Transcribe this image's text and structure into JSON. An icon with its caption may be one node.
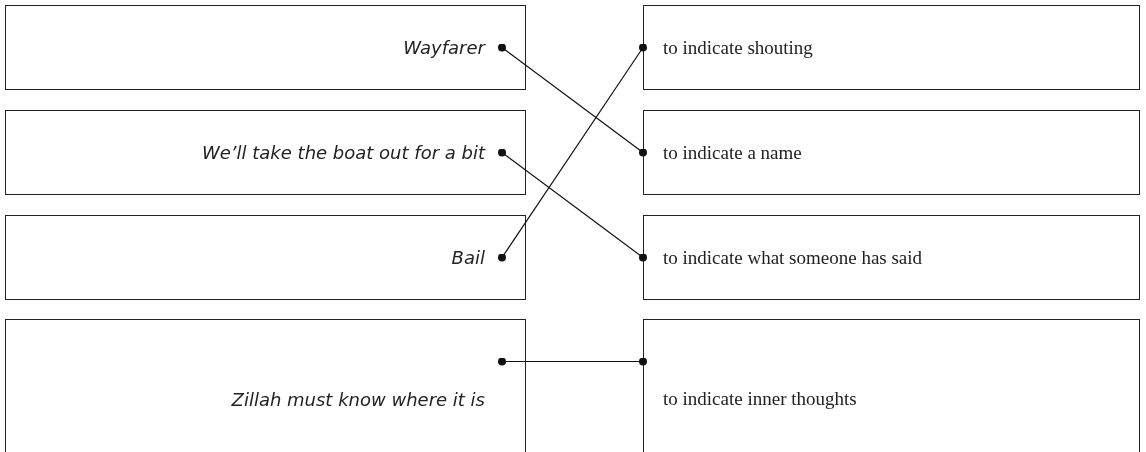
{
  "diagram": {
    "nodes": [
      {
        "text": [
          "Wayfarer"
        ]
      },
      {
        "text": [
          "to indicate shouting"
        ]
      },
      {
        "text": [
          "We’ll take the boat out for a bit"
        ]
      },
      {
        "text": [
          "to indicate a name"
        ]
      },
      {
        "text": [
          "Bail"
        ]
      },
      {
        "text": [
          "to indicate what someone has said"
        ]
      },
      {
        "text": [
          "Zillah must know where it is"
        ]
      },
      {
        "text": [
          "to indicate inner thoughts"
        ]
      }
    ],
    "edges": [
      {
        "from": 0,
        "to": 3,
        "arrow": "other"
      },
      {
        "from": 2,
        "to": 5,
        "arrow": "other"
      },
      {
        "from": 4,
        "to": 1,
        "arrow": "other"
      },
      {
        "from": 6,
        "to": 7,
        "arrow": "other"
      }
    ]
  }
}
